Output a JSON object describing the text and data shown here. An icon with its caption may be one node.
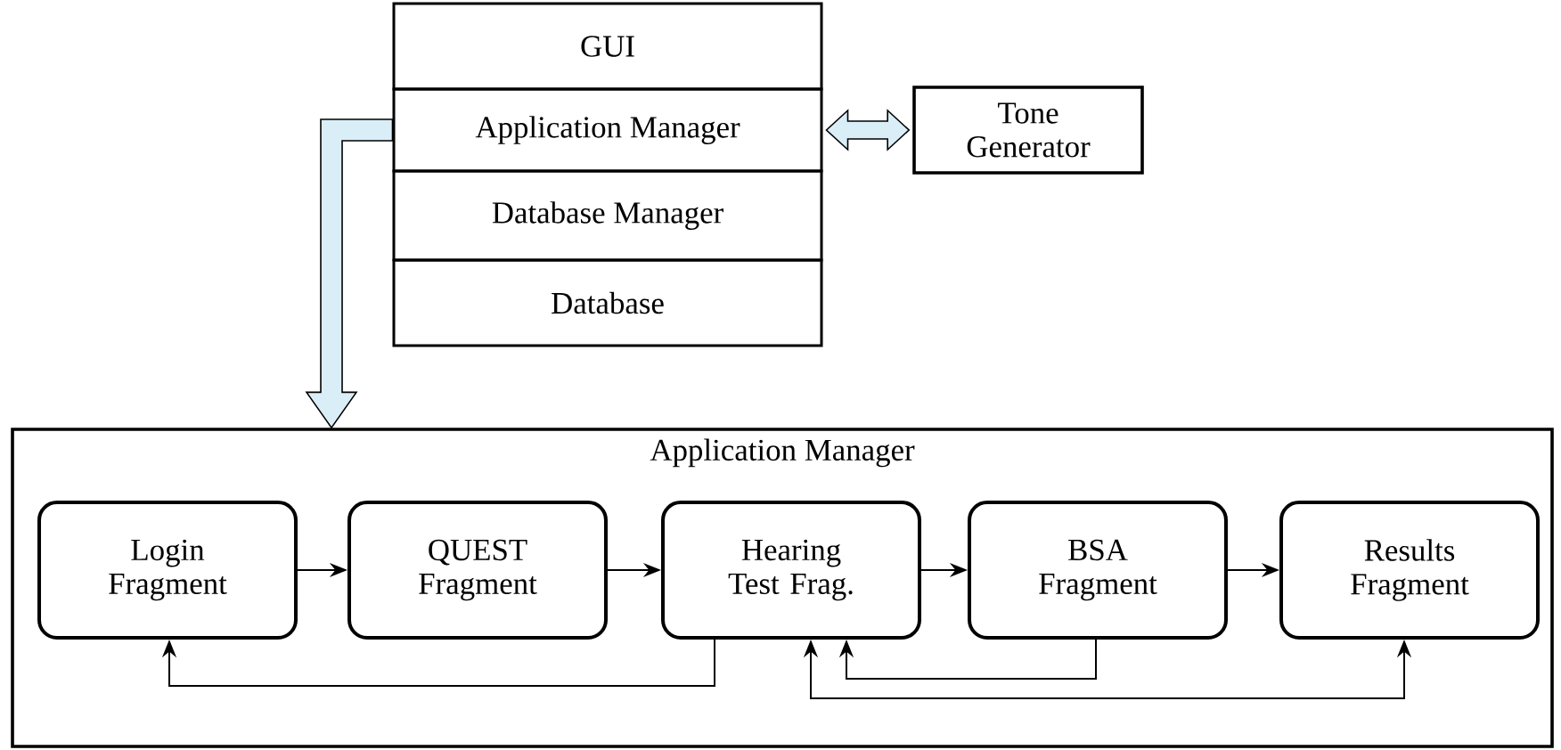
{
  "diagram": {
    "nodes": [
      {
        "text": [
          "GUI"
        ]
      },
      {
        "text": [
          "Application Manager"
        ]
      },
      {
        "text": [
          "Database Manager"
        ]
      },
      {
        "text": [
          "Database"
        ]
      },
      {
        "text": [
          "Tone Generator"
        ]
      },
      {
        "text": [
          "Application Manager"
        ]
      },
      {
        "text": [
          "Login Fragment"
        ],
        "in": 5
      },
      {
        "text": [
          "QUEST Fragment"
        ],
        "in": 5
      },
      {
        "text": [
          "Hearing Test Frag."
        ],
        "in": 5
      },
      {
        "text": [
          "BSA Fragment"
        ],
        "in": 5
      },
      {
        "text": [
          "Results Fragment"
        ],
        "in": 5
      }
    ],
    "edges": [
      {
        "from": 1,
        "to": 4,
        "arrow": "both",
        "style": "thick",
        "color": "#d9eef7"
      },
      {
        "from": 1,
        "to": 5,
        "arrow": "to",
        "style": "thick",
        "color": "#d9eef7"
      },
      {
        "from": 6,
        "to": 7,
        "arrow": "to"
      },
      {
        "from": 7,
        "to": 8,
        "arrow": "to"
      },
      {
        "from": 8,
        "to": 9,
        "arrow": "to"
      },
      {
        "from": 9,
        "to": 10,
        "arrow": "to"
      },
      {
        "from": 8,
        "to": 6,
        "arrow": "to"
      },
      {
        "from": 9,
        "to": 8,
        "arrow": "to"
      },
      {
        "from": 8,
        "to": 10,
        "arrow": "both"
      }
    ]
  }
}
